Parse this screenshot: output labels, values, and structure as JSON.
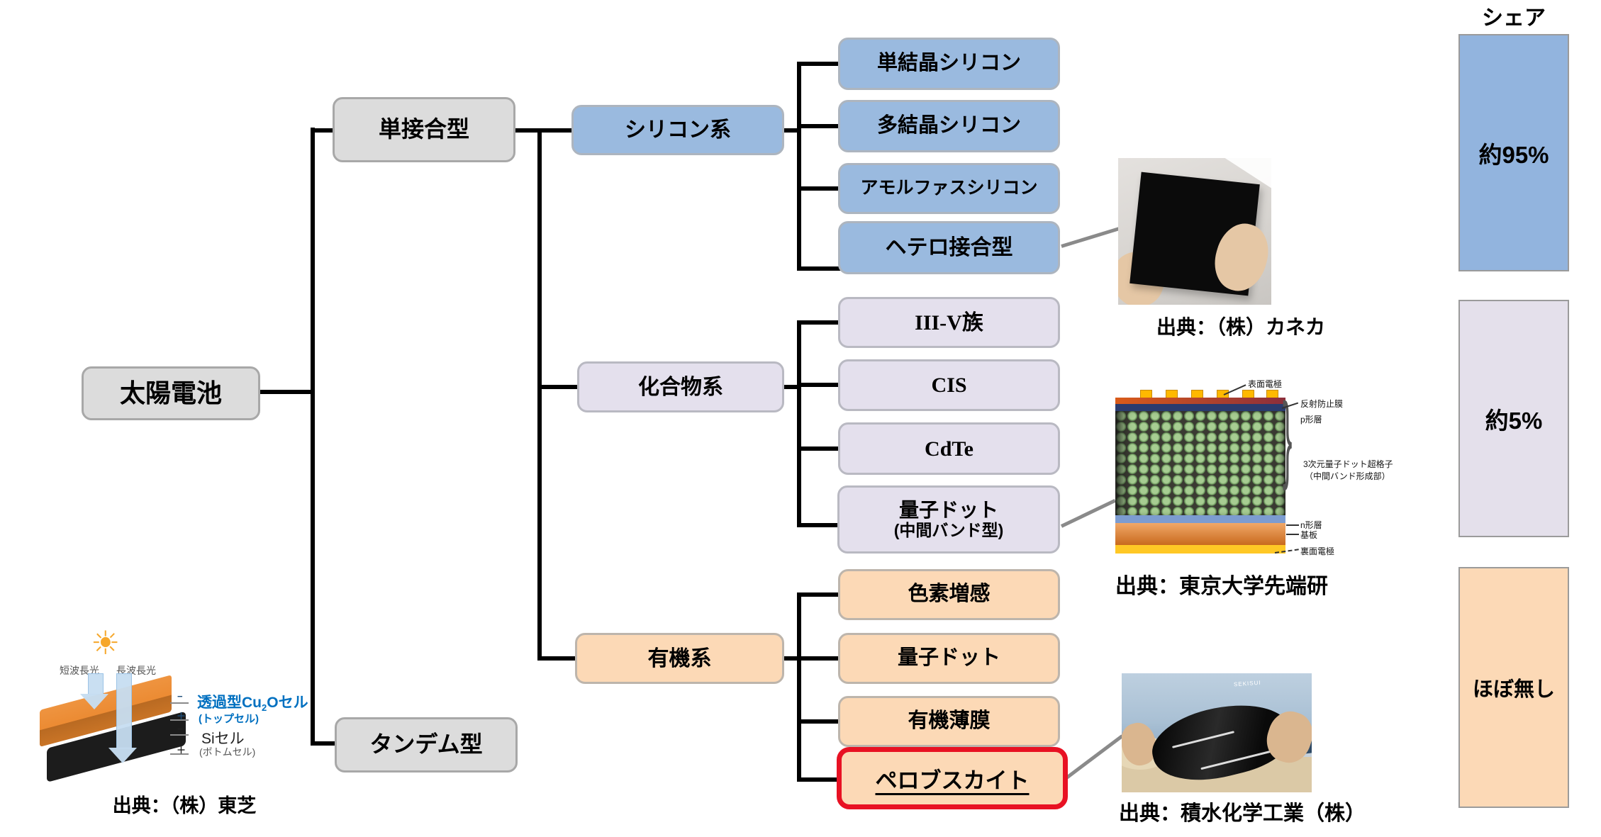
{
  "tree": {
    "root": "太陽電池",
    "level1": {
      "single": "単接合型",
      "tandem": "タンデム型"
    },
    "silicon": {
      "label": "シリコン系",
      "children": [
        "単結晶シリコン",
        "多結晶シリコン",
        "アモルファスシリコン",
        "ヘテロ接合型"
      ]
    },
    "compound": {
      "label": "化合物系",
      "children": [
        "III-V族",
        "CIS",
        "CdTe"
      ],
      "quantum_dot": {
        "line1": "量子ドット",
        "line2": "(中間バンド型)"
      }
    },
    "organic": {
      "label": "有機系",
      "children": [
        "色素増感",
        "量子ドット",
        "有機薄膜"
      ],
      "highlight": "ペロブスカイト"
    }
  },
  "share": {
    "title": "シェア",
    "segments": [
      {
        "label": "約95%"
      },
      {
        "label": "約5%"
      },
      {
        "label": "ほぼ無し"
      }
    ]
  },
  "sources": {
    "kaneka": "出典：（株）カネカ",
    "utokyo": "出典：東京大学先端研",
    "sekisui": "出典：積水化学工業（株）",
    "toshiba": "出典：（株）東芝"
  },
  "utokyo_figure": {
    "labels": [
      "表面電極",
      "反射防止膜",
      "p形層",
      "3次元量子ドット超格子",
      "（中間バンド形成部）",
      "n形層",
      "基板",
      "裏面電極"
    ],
    "brace": "}"
  },
  "toshiba_figure": {
    "sun_icon": "☀",
    "short_wave": "短波長光",
    "long_wave": "長波長光",
    "cu2o_pre": "透過型Cu",
    "cu2o_sub": "2",
    "cu2o_post": "Oセル",
    "top_cell": "(トップセル)",
    "si_cell": "Siセル",
    "bottom_cell": "(ボトムセル)",
    "minus": "−",
    "plus": "＋"
  },
  "sekisui_figure": {
    "logo": "SEKISUI"
  },
  "colors": {
    "silicon_blue": "#9ABADF",
    "compound_lavender": "#E4E0ED",
    "organic_peach": "#FCD9B6",
    "node_gray": "#DCDCDC",
    "highlight_red": "#E81123",
    "share_blue": "#92B4DE",
    "line_black": "#000000",
    "source_line_gray": "#8A8A8A"
  }
}
